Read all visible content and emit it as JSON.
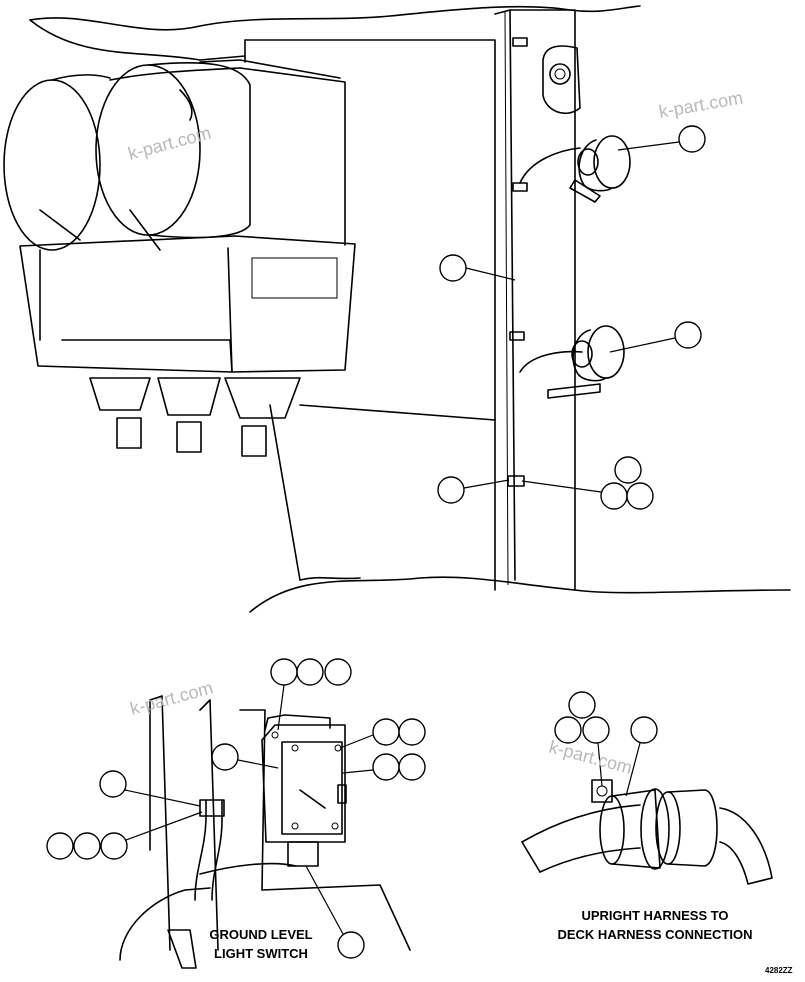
{
  "captions": {
    "ground_level_light_switch": [
      "GROUND LEVEL",
      "LIGHT SWITCH"
    ],
    "upright_harness": [
      "UPRIGHT HARNESS TO",
      "DECK HARNESS CONNECTION"
    ]
  },
  "watermark": "k-part.com",
  "figure_id": "4282ZZ",
  "colors": {
    "line": "#000000",
    "background": "#ffffff",
    "watermark": "#b8b8b8"
  }
}
